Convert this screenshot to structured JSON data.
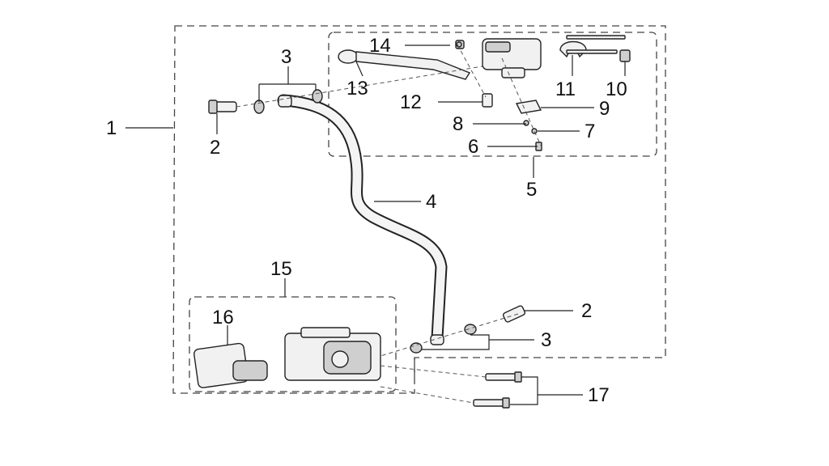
{
  "diagram": {
    "callouts": [
      {
        "key": "n1",
        "text": "1"
      },
      {
        "key": "n2a",
        "text": "2"
      },
      {
        "key": "n2b",
        "text": "2"
      },
      {
        "key": "n3a",
        "text": "3"
      },
      {
        "key": "n3b",
        "text": "3"
      },
      {
        "key": "n4",
        "text": "4"
      },
      {
        "key": "n5",
        "text": "5"
      },
      {
        "key": "n6",
        "text": "6"
      },
      {
        "key": "n7",
        "text": "7"
      },
      {
        "key": "n8",
        "text": "8"
      },
      {
        "key": "n9",
        "text": "9"
      },
      {
        "key": "n10",
        "text": "10"
      },
      {
        "key": "n11",
        "text": "11"
      },
      {
        "key": "n12",
        "text": "12"
      },
      {
        "key": "n13",
        "text": "13"
      },
      {
        "key": "n14",
        "text": "14"
      },
      {
        "key": "n15",
        "text": "15"
      },
      {
        "key": "n16",
        "text": "16"
      },
      {
        "key": "n17",
        "text": "17"
      }
    ]
  }
}
